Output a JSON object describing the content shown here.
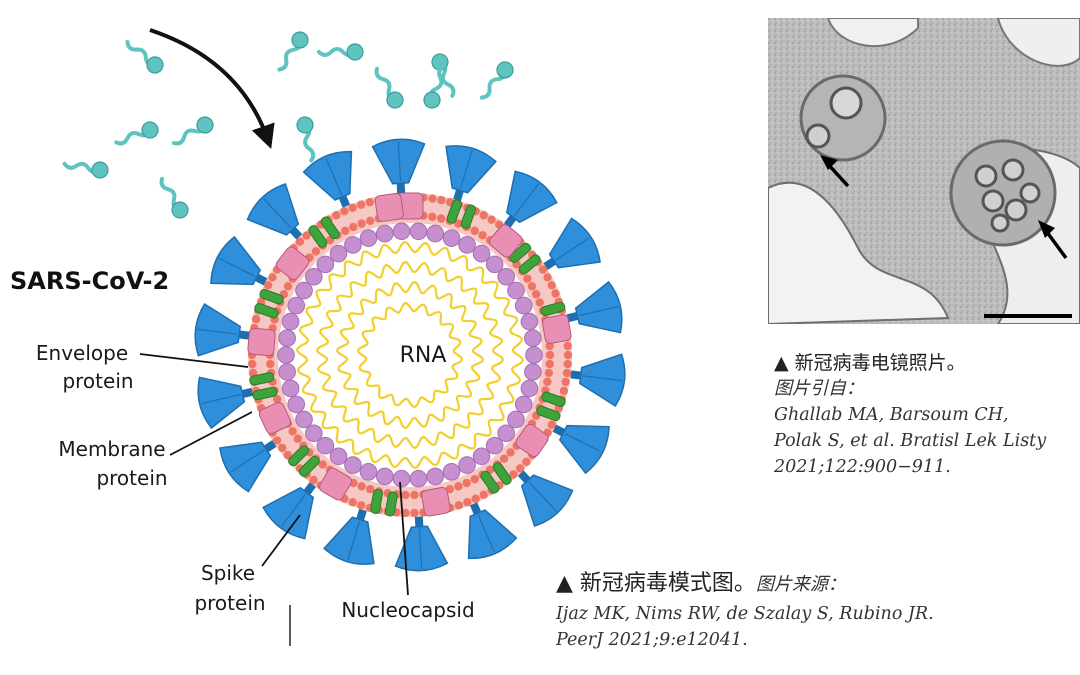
{
  "diagram": {
    "title": "SARS-CoV-2",
    "center_label": "RNA",
    "labels": {
      "envelope_line1": "Envelope",
      "envelope_line2": "protein",
      "membrane_line1": "Membrane",
      "membrane_line2": "protein",
      "spike_line1": "Spike",
      "spike_line2": "protein",
      "nucleocapsid": "Nucleocapsid"
    },
    "colors": {
      "spike": "#2f8fdb",
      "spike_dark": "#1d6fb0",
      "membrane_protein": "#3fa33b",
      "envelope_protein": "#e98fb3",
      "lipid_head": "#ee7466",
      "nucleocapsid_bead": "#c58fd0",
      "rna": "#f2cf2c",
      "antibody": "#5fc3c0"
    }
  },
  "captions": {
    "micrograph": {
      "head": "▲ 新冠病毒电镜照片。",
      "source_label": "图片引自：",
      "ref_lines": [
        "Ghallab MA, Barsoum CH,",
        "Polak S, et al. Bratisl Lek Listy",
        "2021;122:900−911."
      ]
    },
    "model": {
      "head": "▲ 新冠病毒模式图。",
      "source_label": "图片来源：",
      "ref_lines": [
        "Ijaz MK, Nims RW, de Szalay S, Rubino JR.",
        "PeerJ 2021;9:e12041."
      ]
    }
  }
}
